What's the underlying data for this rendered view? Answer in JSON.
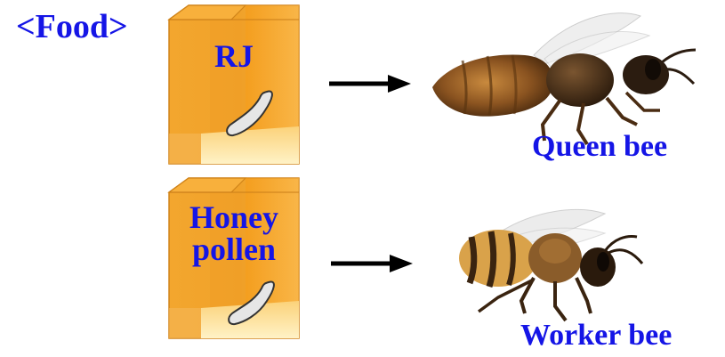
{
  "heading": "<Food>",
  "cells": [
    {
      "label_lines": [
        "RJ"
      ],
      "contents_icon": "larva-icon"
    },
    {
      "label_lines": [
        "Honey",
        "pollen"
      ],
      "contents_icon": "larva-icon"
    }
  ],
  "outcomes": [
    {
      "caption": "Queen bee",
      "icon": "queen-bee-icon"
    },
    {
      "caption": "Worker bee",
      "icon": "worker-bee-icon"
    }
  ],
  "colors": {
    "label_blue": "#1515e6",
    "cell_orange": "#f7a320",
    "cell_light": "#fde3a0",
    "arrow": "#000000"
  }
}
